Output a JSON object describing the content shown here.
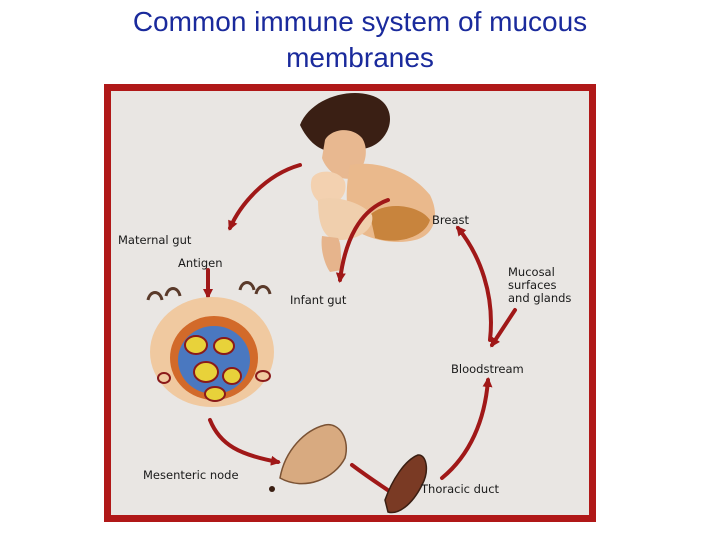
{
  "title": {
    "line1": "Common immune system of mucous",
    "line2": "membranes"
  },
  "diagram": {
    "labels": {
      "maternal_gut": "Maternal gut",
      "antigen": "Antigen",
      "infant_gut": "Infant gut",
      "breast": "Breast",
      "mucosal": [
        "Mucosal",
        "surfaces",
        "and glands"
      ],
      "bloodstream": "Bloodstream",
      "mesenteric_node": "Mesenteric node",
      "thoracic_duct": "Thoracic duct"
    },
    "colors": {
      "frame": "#b01818",
      "background": "#e9e6e3",
      "arrow": "#a01818",
      "title": "#1a2a9c"
    }
  }
}
